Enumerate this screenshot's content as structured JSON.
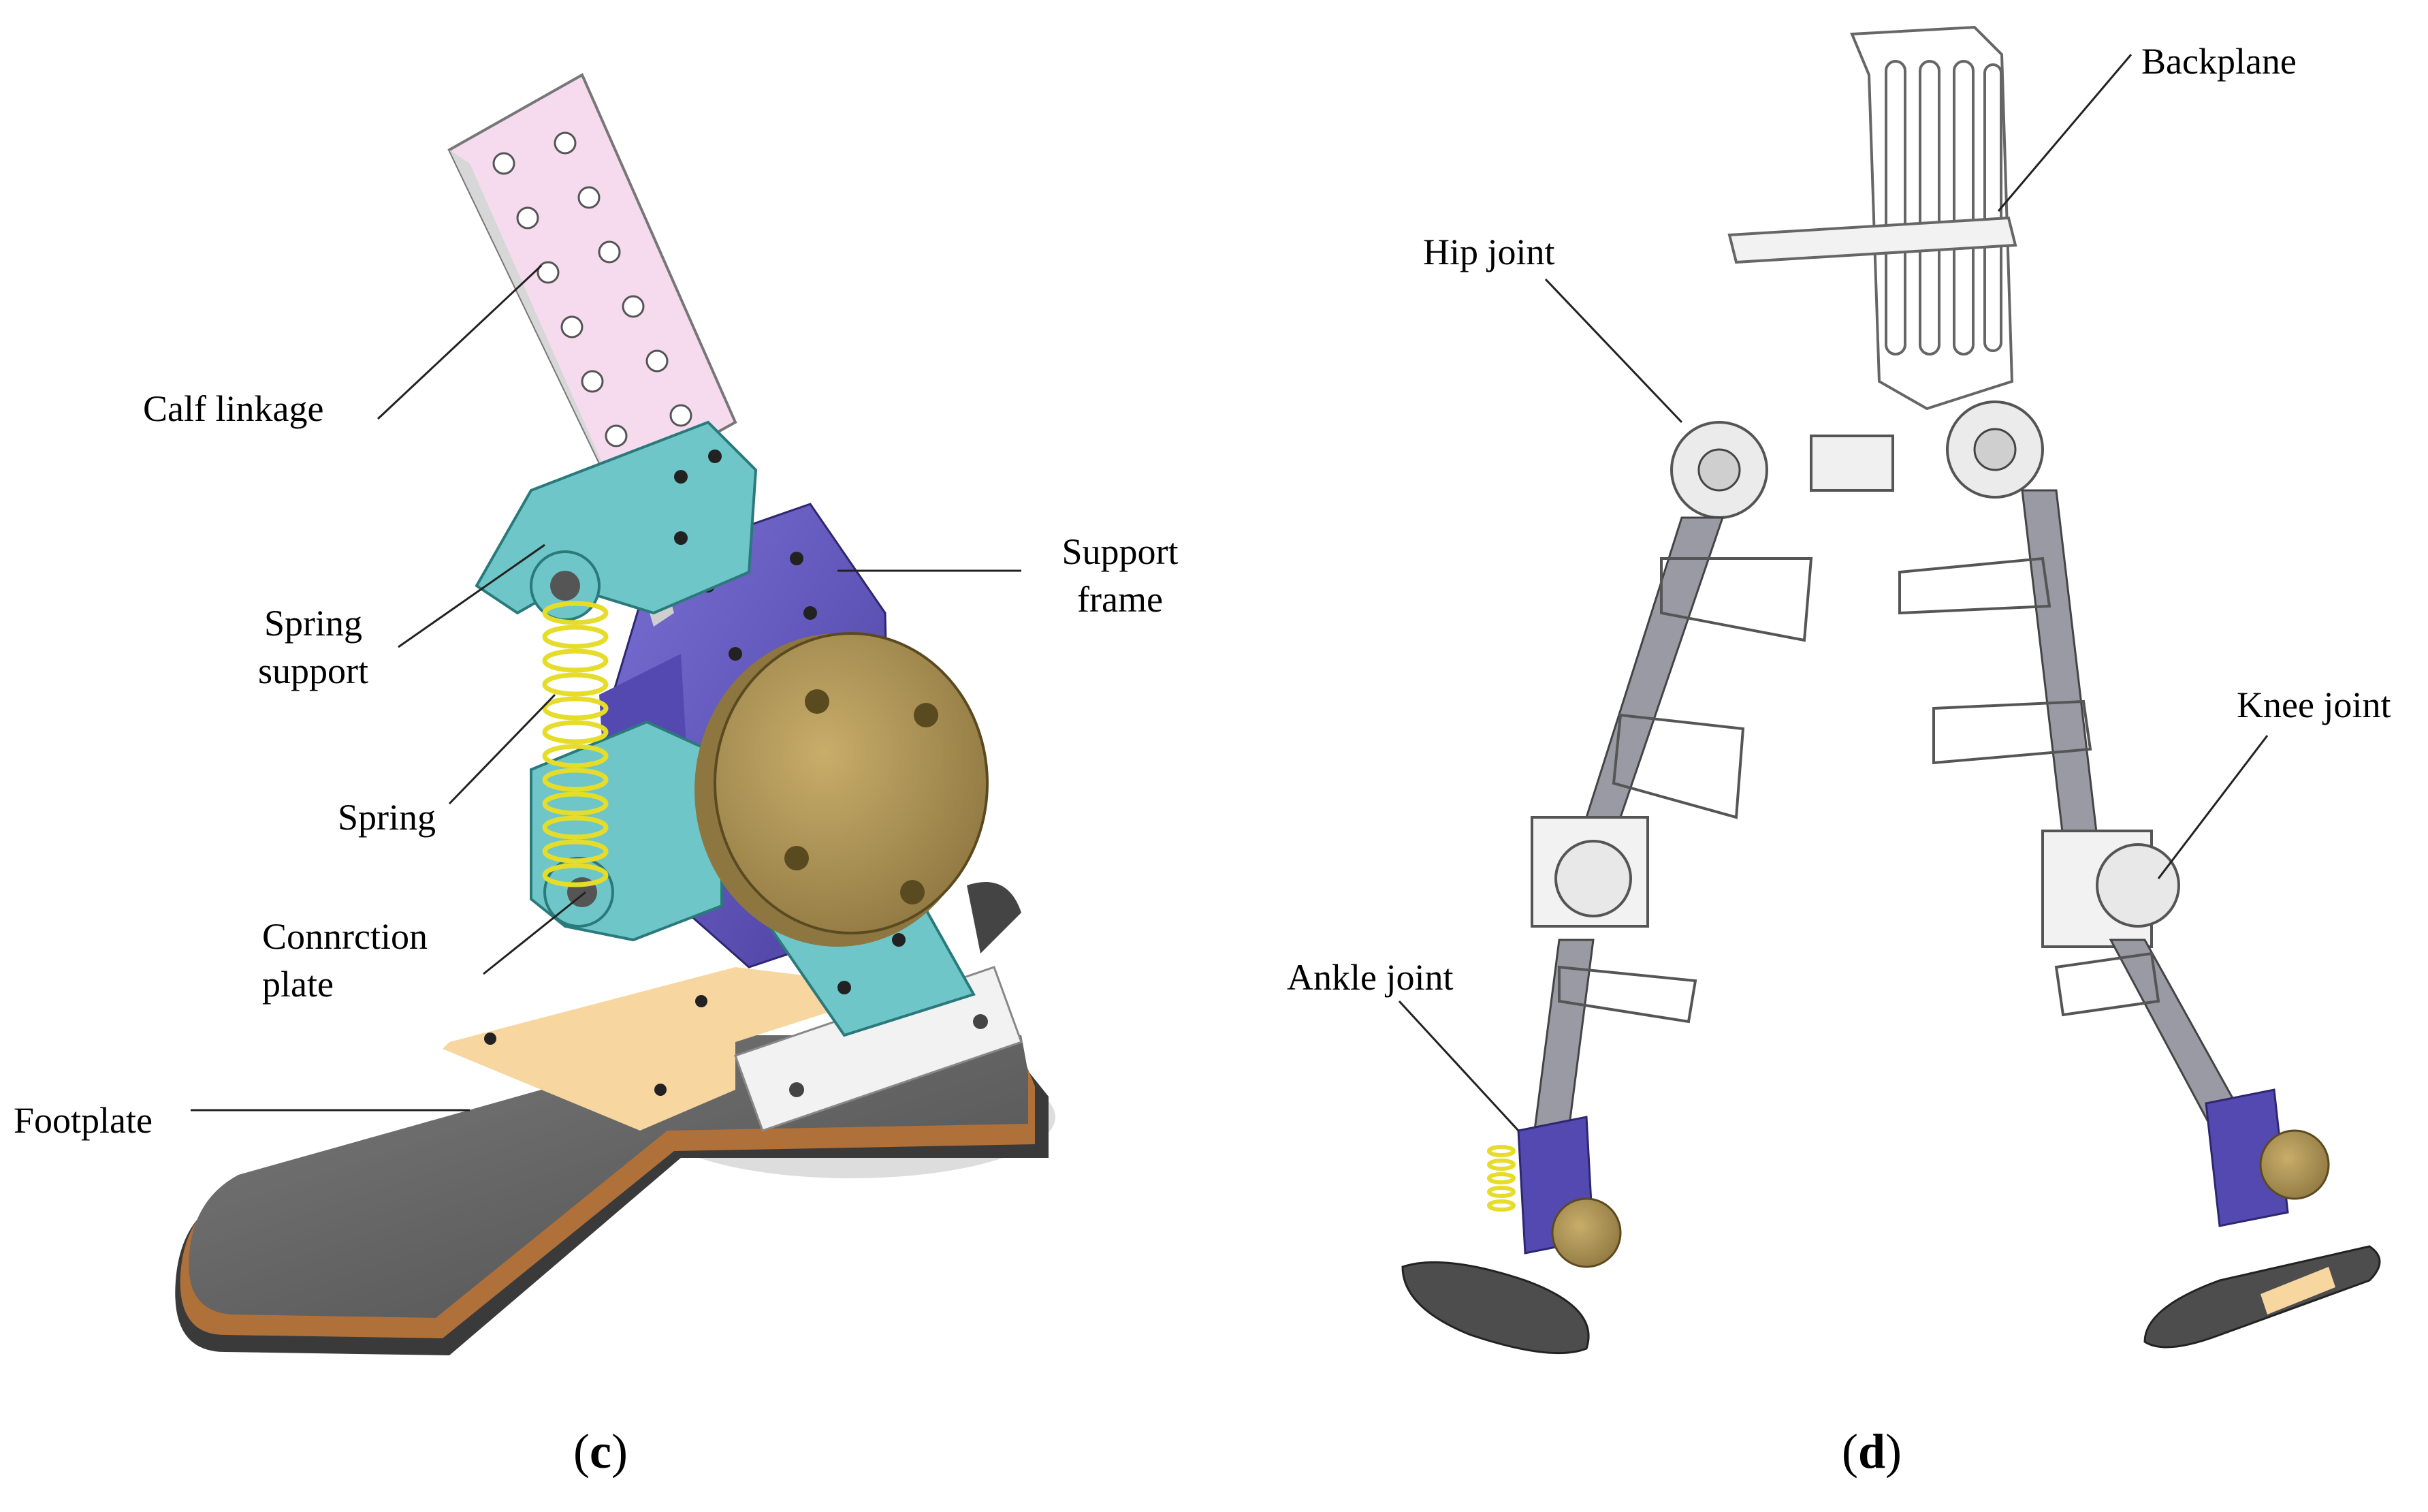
{
  "panel_c": {
    "caption_letter": "c",
    "labels": {
      "calf_linkage": "Calf linkage",
      "support_frame_line1": "Support",
      "support_frame_line2": "frame",
      "spring_support_line1": "Spring",
      "spring_support_line2": "support",
      "spring": "Spring",
      "connection_plate_line1": "Connrction",
      "connection_plate_line2": "plate",
      "footplate": "Footplate"
    }
  },
  "panel_d": {
    "caption_letter": "d",
    "labels": {
      "backplane": "Backplane",
      "hip_joint": "Hip joint",
      "knee_joint": "Knee joint",
      "ankle_joint": "Ankle joint"
    }
  },
  "colors": {
    "calf_linkage": "#f6dbef",
    "support_frame": "#6b5fc4",
    "bracket": "#6fc6c8",
    "spring": "#e6dc2a",
    "disc": "#b59a5a",
    "footplate_dark": "#6a6a6a",
    "footplate_tan": "#f8d6a0",
    "base_copper": "#b0703a"
  }
}
